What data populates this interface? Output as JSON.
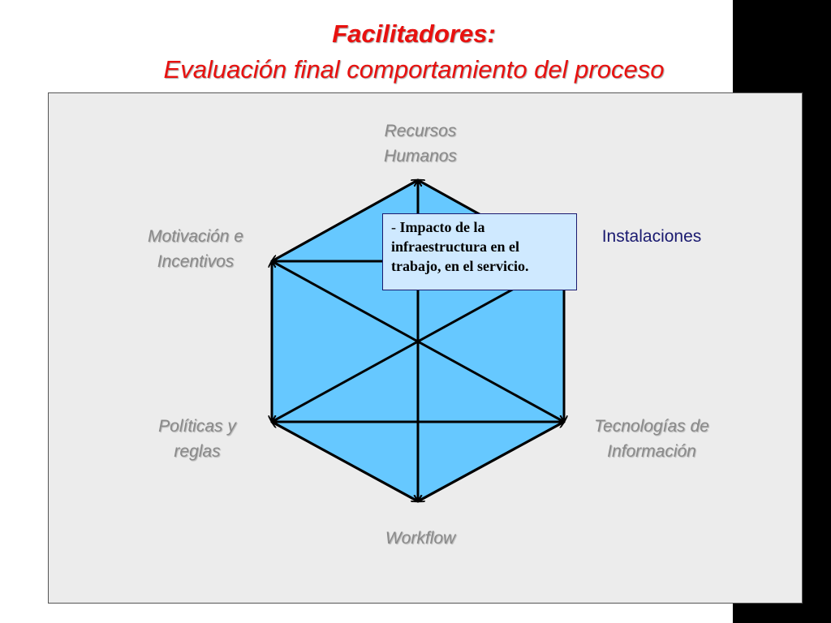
{
  "title": {
    "line1": "Facilitadores:",
    "line2": "Evaluación final comportamiento del proceso"
  },
  "nodes": {
    "top": "Recursos\nHumanos",
    "upper_left": "Motivación e\nIncentivos",
    "upper_right": "Instalaciones",
    "lower_left": "Políticas y\nreglas",
    "lower_right": "Tecnologías de\nInformación",
    "bottom": "Workflow"
  },
  "callout": {
    "dash": "- ",
    "text": "Impacto de la\ninfraestructura en el\ntrabajo, en el servicio."
  },
  "colors": {
    "title": "#e8110f",
    "hexagon_fill": "#66c8ff",
    "active_label": "#1a1a70",
    "inactive_label": "#8a8a8a",
    "callout_fill": "#cfe9ff"
  }
}
